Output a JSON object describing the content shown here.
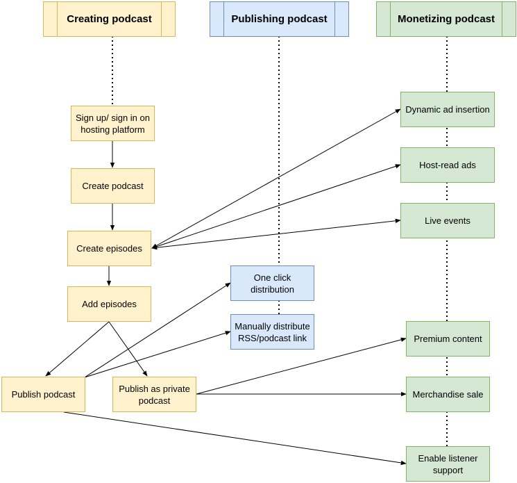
{
  "lanes": {
    "creating": "Creating podcast",
    "publishing": "Publishing podcast",
    "monetizing": "Monetizing podcast"
  },
  "creating": {
    "signup": "Sign up/ sign in on hosting platform",
    "create_podcast": "Create podcast",
    "create_episodes": "Create episodes",
    "add_episodes": "Add episodes",
    "publish_podcast": "Publish podcast",
    "publish_private": "Publish as private podcast"
  },
  "publishing": {
    "one_click": "One click distribution",
    "manual": "Manually distribute RSS/podcast link"
  },
  "monetizing": {
    "dynamic_ads": "Dynamic ad insertion",
    "host_read": "Host-read ads",
    "live_events": "Live events",
    "premium": "Premium content",
    "merch": "Merchandise sale",
    "listener_support": "Enable listener support"
  },
  "colors": {
    "creating_fill": "#fff2cc",
    "creating_stroke": "#d6b656",
    "publishing_fill": "#dae8fc",
    "publishing_stroke": "#6c8ebf",
    "monetizing_fill": "#d5e8d4",
    "monetizing_stroke": "#82b366"
  }
}
